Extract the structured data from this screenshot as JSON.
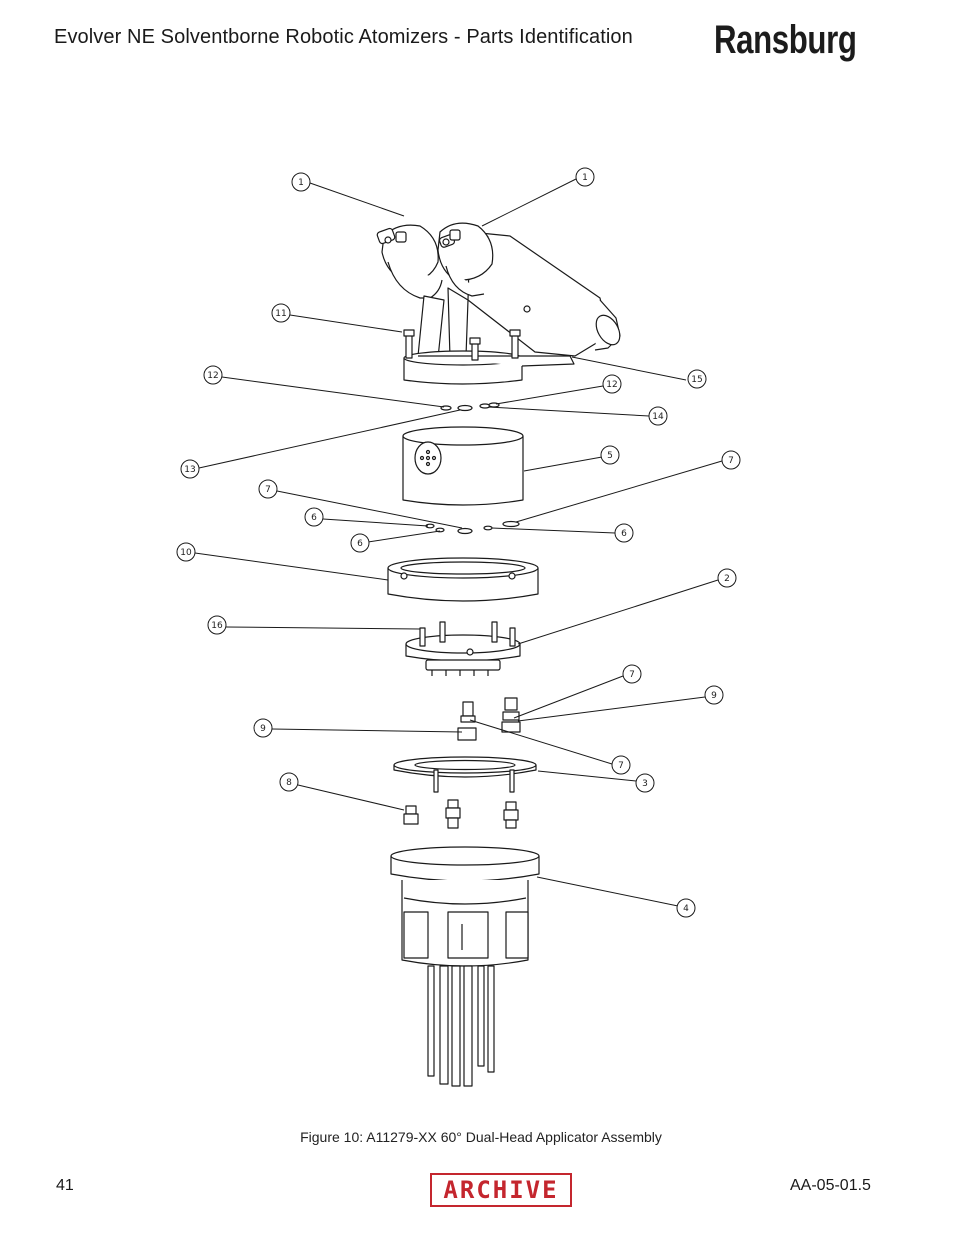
{
  "header": {
    "title": "Evolver  NE Solventborne Robotic Atomizers - Parts Identification",
    "brand": "Ransburg"
  },
  "figure": {
    "callouts": [
      "1",
      "1",
      "11",
      "12",
      "12",
      "15",
      "14",
      "13",
      "5",
      "7",
      "7",
      "6",
      "6",
      "6",
      "10",
      "2",
      "16",
      "7",
      "9",
      "9",
      "7",
      "3",
      "8",
      "4"
    ],
    "caption": "Figure 10:  A11279-XX 60° Dual-Head Applicator Assembly"
  },
  "footer": {
    "page_number": "41",
    "stamp": "ARCHIVE",
    "doc_code": "AA-05-01.5"
  }
}
